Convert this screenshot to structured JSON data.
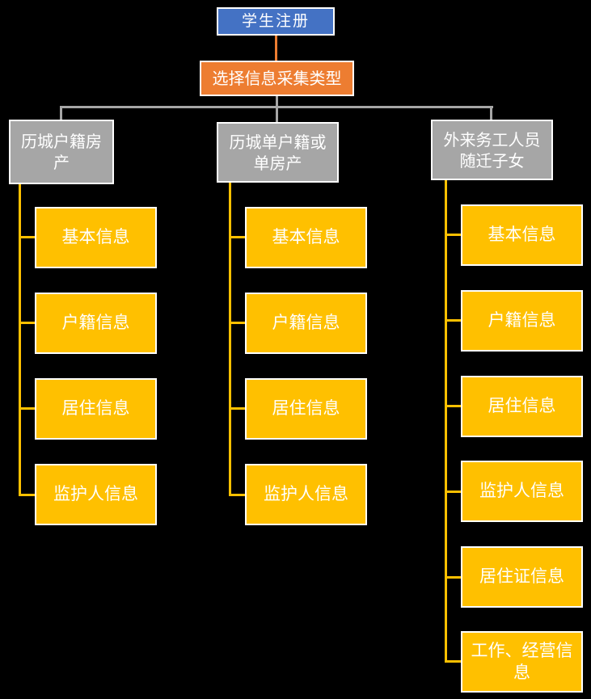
{
  "root": {
    "label": "学生注册"
  },
  "selector": {
    "label": "选择信息采集类型"
  },
  "branches": [
    {
      "label": "历城户籍房产",
      "items": [
        {
          "label": "基本信息"
        },
        {
          "label": "户籍信息"
        },
        {
          "label": "居住信息"
        },
        {
          "label": "监护人信息"
        }
      ]
    },
    {
      "label": "历城单户籍或单房产",
      "items": [
        {
          "label": "基本信息"
        },
        {
          "label": "户籍信息"
        },
        {
          "label": "居住信息"
        },
        {
          "label": "监护人信息"
        }
      ]
    },
    {
      "label": "外来务工人员随迁子女",
      "items": [
        {
          "label": "基本信息"
        },
        {
          "label": "户籍信息"
        },
        {
          "label": "居住信息"
        },
        {
          "label": "监护人信息"
        },
        {
          "label": "居住证信息"
        },
        {
          "label": "工作、经营信息"
        }
      ]
    }
  ],
  "colors": {
    "background": "#000000",
    "root_fill": "#4472C4",
    "selector_fill": "#ED7D31",
    "branch_fill": "#A6A6A6",
    "leaf_fill": "#FFC000",
    "border": "#FFFFFF",
    "connector_upper": "#ED7D31",
    "connector_branch": "#A6A6A6",
    "connector_leaf": "#FFC000",
    "text": "#FFFFFF"
  }
}
